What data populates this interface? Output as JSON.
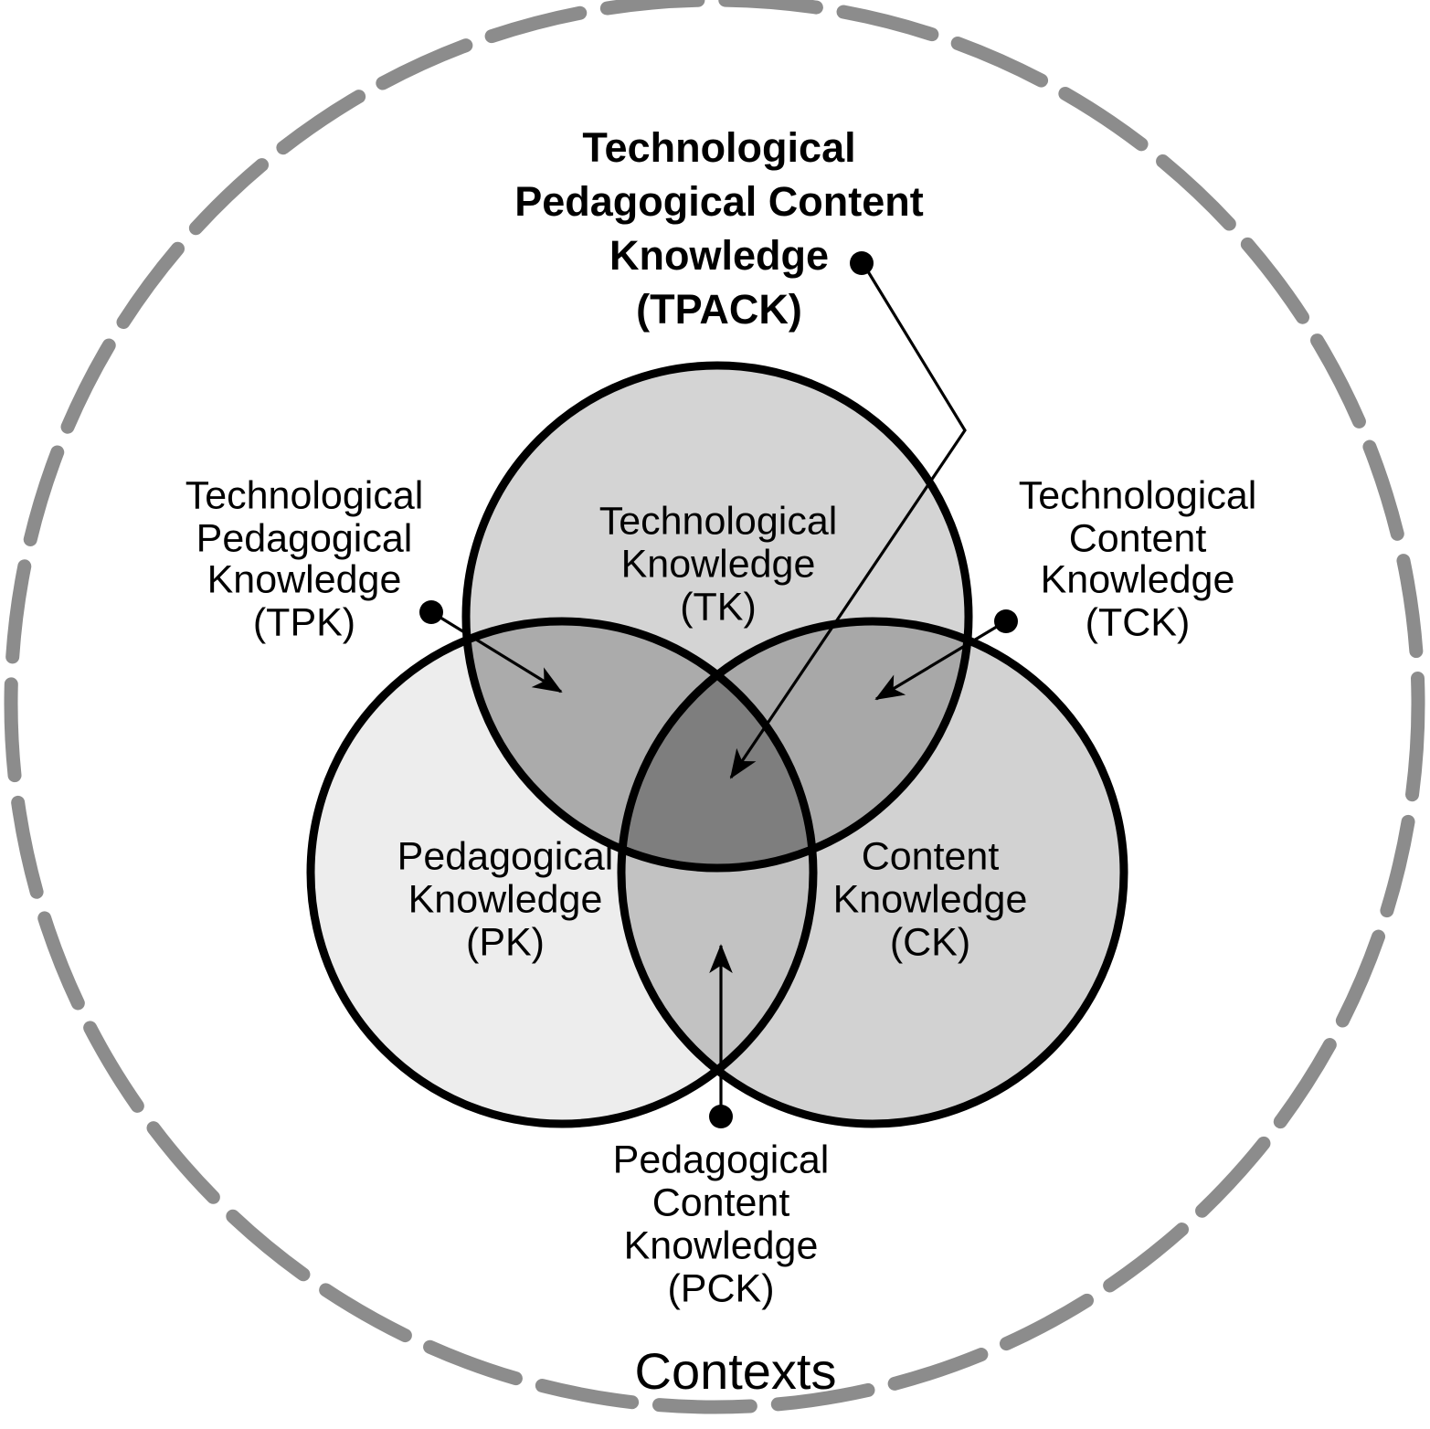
{
  "figure": {
    "title": "TPACK Framework Venn Diagram",
    "background_color": "#FFFFFF"
  },
  "outer": {
    "name": "Contexts",
    "label": "Contexts",
    "stroke_color": "#8C8C8C",
    "style": "dashed"
  },
  "headline": {
    "line1": "Technological",
    "line2": "Pedagogical Content",
    "line3": "Knowledge",
    "line4": "(TPACK)",
    "bold": true
  },
  "circles": [
    {
      "id": "tk",
      "name": "Technological Knowledge",
      "abbrev": "(TK)",
      "line1": "Technological",
      "line2": "Knowledge",
      "line3": "(TK)",
      "fill": "#D4D4D4",
      "stroke": "#000000"
    },
    {
      "id": "pk",
      "name": "Pedagogical Knowledge",
      "abbrev": "(PK)",
      "line1": "Pedagogical",
      "line2": "Knowledge",
      "line3": "(PK)",
      "fill": "#EDEDED",
      "stroke": "#000000"
    },
    {
      "id": "ck",
      "name": "Content Knowledge",
      "abbrev": "(CK)",
      "line1": "Content",
      "line2": "Knowledge",
      "line3": "(CK)",
      "fill": "#D2D2D2",
      "stroke": "#000000"
    }
  ],
  "intersections": [
    {
      "id": "tpk",
      "name": "Technological Pedagogical Knowledge",
      "abbrev": "(TPK)",
      "line1": "Technological",
      "line2": "Pedagogical",
      "line3": "Knowledge",
      "line4": "(TPK)",
      "fill": "#ABABAB",
      "position": "left"
    },
    {
      "id": "tck",
      "name": "Technological Content Knowledge",
      "abbrev": "(TCK)",
      "line1": "Technological",
      "line2": "Content",
      "line3": "Knowledge",
      "line4": "(TCK)",
      "fill": "#A8A8A8",
      "position": "right"
    },
    {
      "id": "pck",
      "name": "Pedagogical Content Knowledge",
      "abbrev": "(PCK)",
      "line1": "Pedagogical",
      "line2": "Content",
      "line3": "Knowledge",
      "line4": "(PCK)",
      "fill": "#C2C2C2",
      "position": "bottom"
    },
    {
      "id": "tpack",
      "name": "Technological Pedagogical Content Knowledge",
      "abbrev": "(TPACK)",
      "fill": "#7E7E7E",
      "position": "center"
    }
  ]
}
